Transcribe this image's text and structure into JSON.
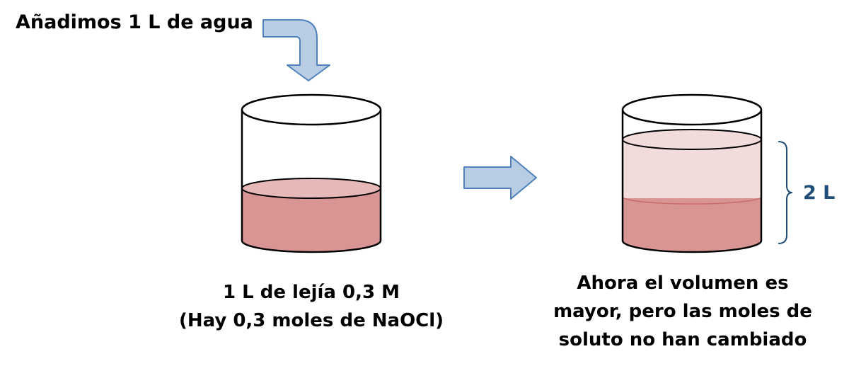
{
  "top_label": "Añadimos 1 L de agua",
  "left_caption": {
    "line1": "1 L de lejía 0,3 M",
    "line2": "(Hay 0,3 moles de NaOCl)"
  },
  "right_caption": {
    "line1": "Ahora el volumen es",
    "line2": "mayor, pero las moles de",
    "line3": "soluto no han cambiado"
  },
  "volume_label": "2 L",
  "colors": {
    "solution": "#d99594",
    "solution_top": "#e6b8b7",
    "diluted": "#f2dcdb",
    "arrow_fill": "#b8cce4",
    "arrow_stroke": "#4f81bd",
    "volume_label": "#1f4e79"
  }
}
